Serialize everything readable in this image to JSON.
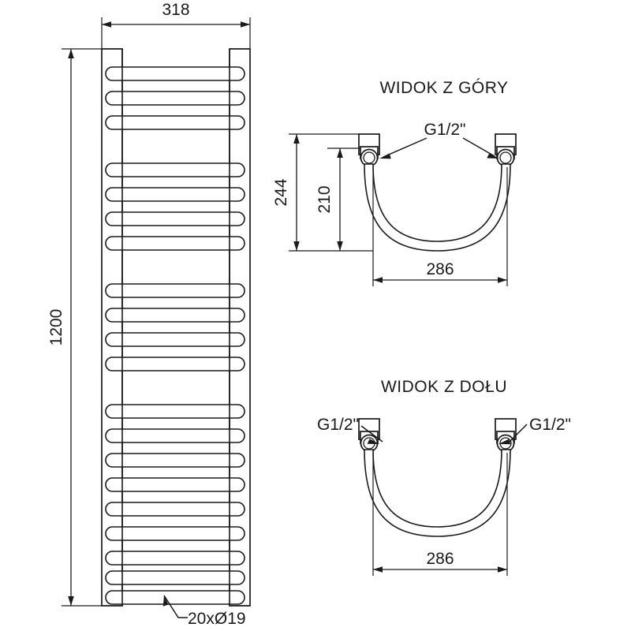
{
  "sheet": {
    "background": "#ffffff",
    "line_color": "#1a1a1a"
  },
  "front_view": {
    "name": "towel-rail-radiator-front-view",
    "width_dim": "318",
    "height_dim": "1200",
    "rung_note": "20xØ19",
    "rung_count": 20,
    "rung_groups": [
      3,
      4,
      4,
      9
    ]
  },
  "top_view": {
    "title": "WIDOK Z GÓRY",
    "dim_outer": "244",
    "dim_inner": "210",
    "dim_width": "286",
    "thread_label": "G1/2\""
  },
  "bottom_view": {
    "title": "WIDOK Z DOŁU",
    "dim_width": "286",
    "thread_label_left": "G1/2\"",
    "thread_label_right": "G1/2\""
  }
}
